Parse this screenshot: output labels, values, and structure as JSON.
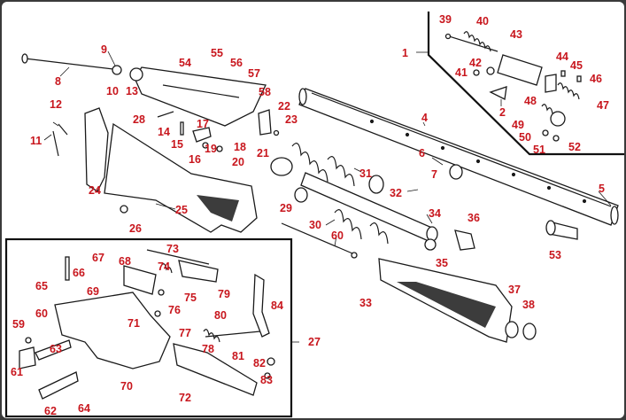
{
  "callouts": [
    {
      "id": "c1",
      "text": "1"
    },
    {
      "id": "c2",
      "text": "2"
    },
    {
      "id": "c4",
      "text": "4"
    },
    {
      "id": "c5",
      "text": "5"
    },
    {
      "id": "c6",
      "text": "6"
    },
    {
      "id": "c7",
      "text": "7"
    },
    {
      "id": "c8",
      "text": "8"
    },
    {
      "id": "c9",
      "text": "9"
    },
    {
      "id": "c10",
      "text": "10"
    },
    {
      "id": "c11",
      "text": "11"
    },
    {
      "id": "c12",
      "text": "12"
    },
    {
      "id": "c13",
      "text": "13"
    },
    {
      "id": "c14",
      "text": "14"
    },
    {
      "id": "c15",
      "text": "15"
    },
    {
      "id": "c16",
      "text": "16"
    },
    {
      "id": "c17",
      "text": "17"
    },
    {
      "id": "c18",
      "text": "18"
    },
    {
      "id": "c19",
      "text": "19"
    },
    {
      "id": "c20",
      "text": "20"
    },
    {
      "id": "c21",
      "text": "21"
    },
    {
      "id": "c22",
      "text": "22"
    },
    {
      "id": "c23",
      "text": "23"
    },
    {
      "id": "c24",
      "text": "24"
    },
    {
      "id": "c25",
      "text": "25"
    },
    {
      "id": "c26",
      "text": "26"
    },
    {
      "id": "c27",
      "text": "27"
    },
    {
      "id": "c28",
      "text": "28"
    },
    {
      "id": "c29",
      "text": "29"
    },
    {
      "id": "c30",
      "text": "30"
    },
    {
      "id": "c31",
      "text": "31"
    },
    {
      "id": "c32",
      "text": "32"
    },
    {
      "id": "c33",
      "text": "33"
    },
    {
      "id": "c34",
      "text": "34"
    },
    {
      "id": "c35",
      "text": "35"
    },
    {
      "id": "c36",
      "text": "36"
    },
    {
      "id": "c37",
      "text": "37"
    },
    {
      "id": "c38",
      "text": "38"
    },
    {
      "id": "c39",
      "text": "39"
    },
    {
      "id": "c40",
      "text": "40"
    },
    {
      "id": "c41",
      "text": "41"
    },
    {
      "id": "c42",
      "text": "42"
    },
    {
      "id": "c43",
      "text": "43"
    },
    {
      "id": "c44",
      "text": "44"
    },
    {
      "id": "c45",
      "text": "45"
    },
    {
      "id": "c46",
      "text": "46"
    },
    {
      "id": "c47",
      "text": "47"
    },
    {
      "id": "c48",
      "text": "48"
    },
    {
      "id": "c49",
      "text": "49"
    },
    {
      "id": "c50",
      "text": "50"
    },
    {
      "id": "c51",
      "text": "51"
    },
    {
      "id": "c52",
      "text": "52"
    },
    {
      "id": "c53",
      "text": "53"
    },
    {
      "id": "c54",
      "text": "54"
    },
    {
      "id": "c55",
      "text": "55"
    },
    {
      "id": "c56",
      "text": "56"
    },
    {
      "id": "c57",
      "text": "57"
    },
    {
      "id": "c58",
      "text": "58"
    },
    {
      "id": "c59",
      "text": "59"
    },
    {
      "id": "c60a",
      "text": "60"
    },
    {
      "id": "c60b",
      "text": "60"
    },
    {
      "id": "c61",
      "text": "61"
    },
    {
      "id": "c62",
      "text": "62"
    },
    {
      "id": "c63",
      "text": "63"
    },
    {
      "id": "c64",
      "text": "64"
    },
    {
      "id": "c65",
      "text": "65"
    },
    {
      "id": "c66",
      "text": "66"
    },
    {
      "id": "c67",
      "text": "67"
    },
    {
      "id": "c68",
      "text": "68"
    },
    {
      "id": "c69",
      "text": "69"
    },
    {
      "id": "c70",
      "text": "70"
    },
    {
      "id": "c71",
      "text": "71"
    },
    {
      "id": "c72",
      "text": "72"
    },
    {
      "id": "c73",
      "text": "73"
    },
    {
      "id": "c74",
      "text": "74"
    },
    {
      "id": "c75",
      "text": "75"
    },
    {
      "id": "c76",
      "text": "76"
    },
    {
      "id": "c77",
      "text": "77"
    },
    {
      "id": "c78",
      "text": "78"
    },
    {
      "id": "c79",
      "text": "79"
    },
    {
      "id": "c80",
      "text": "80"
    },
    {
      "id": "c81",
      "text": "81"
    },
    {
      "id": "c82",
      "text": "82"
    },
    {
      "id": "c83",
      "text": "83"
    },
    {
      "id": "c84",
      "text": "84"
    }
  ],
  "colors": {
    "background": "#3a3a3a",
    "canvas": "#ffffff",
    "callout": "#c8161d",
    "ink": "#1a1a1a"
  }
}
